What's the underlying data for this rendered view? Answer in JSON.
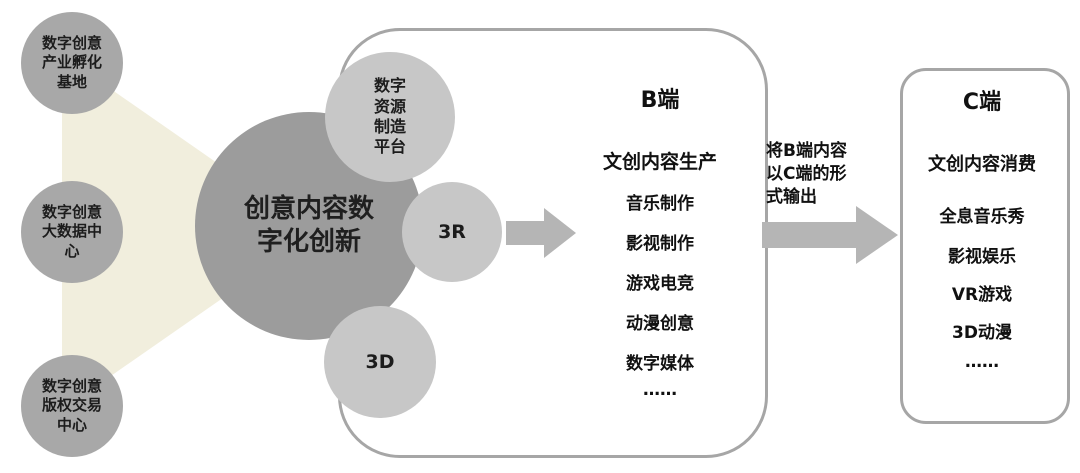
{
  "colors": {
    "left_circle": "#a8a8a8",
    "center_circle": "#9c9c9c",
    "satellite_circle": "#c7c7c7",
    "funnel_triangle": "#f1eedd",
    "arrow": "#b5b5b5",
    "panel_border": "#a6a6a6",
    "text": "#111111"
  },
  "left_circles": [
    {
      "label": "数字创意\n产业孵化\n基地"
    },
    {
      "label": "数字创意\n大数据中\n心"
    },
    {
      "label": "数字创意\n版权交易\n中心"
    }
  ],
  "center_circle": {
    "label": "创意内容数\n字化创新"
  },
  "satellites": [
    {
      "label": "数字\n资源\n制造\n平台"
    },
    {
      "label": "3R"
    },
    {
      "label": "3D"
    }
  ],
  "b_panel": {
    "title": "B端",
    "subtitle": "文创内容生产",
    "items": [
      "音乐制作",
      "影视制作",
      "游戏电竞",
      "动漫创意",
      "数字媒体",
      "……"
    ]
  },
  "transfer": {
    "label": "将B端内容\n以C端的形\n式输出"
  },
  "c_panel": {
    "title": "C端",
    "subtitle": "文创内容消费",
    "items": [
      "全息音乐秀",
      "影视娱乐",
      "VR游戏",
      "3D动漫",
      "……"
    ]
  }
}
